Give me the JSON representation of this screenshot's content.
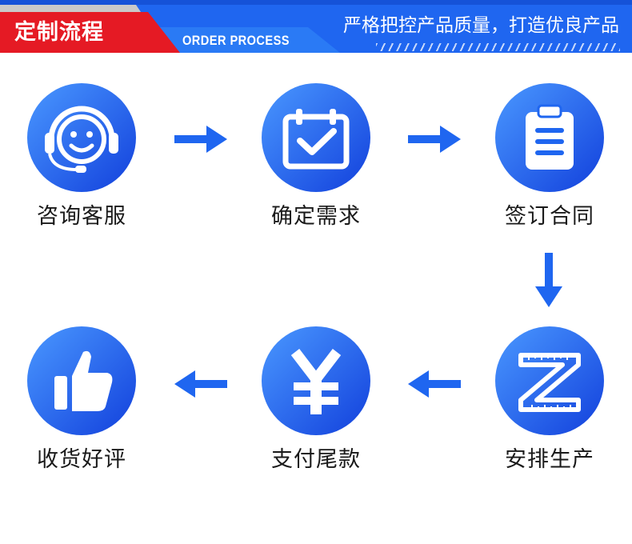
{
  "header": {
    "title": "定制流程",
    "subtitle_en": "ORDER PROCESS",
    "slogan": "严格把控产品质量，打造优良产品"
  },
  "colors": {
    "brand_blue": "#1f66f0",
    "accent_red": "#e51a24",
    "circle_light": "#3d8bff",
    "circle_dark": "#1444e0"
  },
  "steps": [
    {
      "label": "咨询客服",
      "icon": "customer-service-headset-icon"
    },
    {
      "label": "确定需求",
      "icon": "calendar-check-icon"
    },
    {
      "label": "签订合同",
      "icon": "clipboard-contract-icon"
    },
    {
      "label": "安排生产",
      "icon": "production-ruler-z-icon"
    },
    {
      "label": "支付尾款",
      "icon": "yuan-payment-icon"
    },
    {
      "label": "收货好评",
      "icon": "thumbs-up-icon"
    }
  ],
  "flow_order": [
    "咨询客服",
    "确定需求",
    "签订合同",
    "安排生产",
    "支付尾款",
    "收货好评"
  ]
}
